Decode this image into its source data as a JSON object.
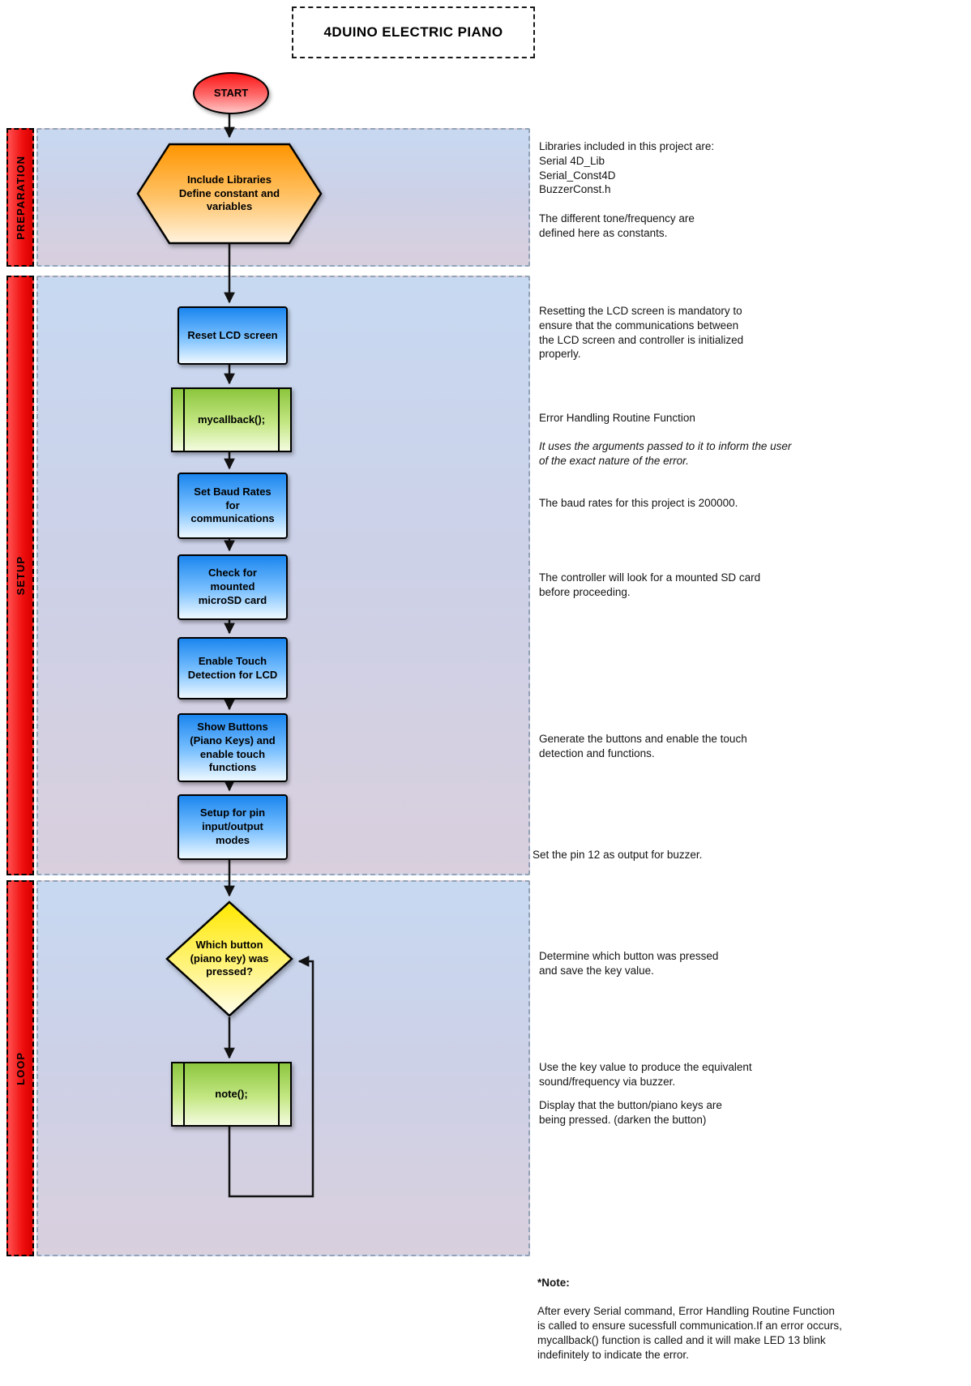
{
  "title": "4DUINO ELECTRIC PIANO",
  "sections": {
    "preparation": "PREPARATION",
    "setup": "SETUP",
    "loop": "LOOP"
  },
  "flow": {
    "start": "START",
    "include_libraries": "Include Libraries\nDefine constant and\nvariables",
    "reset_lcd": "Reset LCD screen",
    "mycallback": "mycallback();",
    "set_baud": "Set Baud Rates\nfor\ncommunications",
    "check_sd": "Check for\nmounted\nmicroSD card",
    "enable_touch": "Enable Touch\nDetection for LCD",
    "show_buttons": "Show Buttons\n(Piano Keys) and\nenable touch\nfunctions",
    "setup_pins": "Setup for pin\ninput/output\nmodes",
    "which_button": "Which button\n(piano key) was\npressed?",
    "note_call": "note();"
  },
  "annotations": {
    "libraries": "Libraries included in this project are:\nSerial 4D_Lib\nSerial_Const4D\nBuzzerConst.h\n\nThe different tone/frequency are\ndefined here as constants.",
    "reset_lcd": "Resetting the LCD screen is mandatory to\nensure that the communications between\nthe LCD screen and controller is initialized\nproperly.",
    "error_routine_title": "Error Handling Routine Function",
    "error_routine_detail": "It uses the arguments passed to it to inform the user\nof the exact nature of the error.",
    "baud": "The baud rates for this project is 200000.",
    "sd_card": "The controller will look for a mounted SD card\nbefore proceeding.",
    "buttons": "Generate the buttons and enable the touch\ndetection and functions.",
    "pins": "Set the pin 12 as output for buzzer.",
    "which_button": "Determine which button was pressed\nand save the key value.",
    "note_sound": "Use the key value to produce the equivalent\nsound/frequency via buzzer.",
    "note_display": "Display that the button/piano keys are\nbeing pressed. (darken the button)",
    "footnote_title": "*Note:",
    "footnote_body": "After every Serial command, Error Handling Routine Function\nis called to ensure sucessfull communication.If an error occurs,\nmycallback() function is called and it will make LED 13 blink\nindefinitely to indicate the error."
  },
  "colors": {
    "start_red": "#fb1616",
    "hexagon_orange": "#ff9500",
    "process_blue": "#1b86ef",
    "subroutine_green": "#8cc63e",
    "decision_yellow": "#ffe800",
    "section_red": "#ef0f0f",
    "panel_blue_top": "#c7d9f1",
    "panel_lavender_bottom": "#d9cfdd"
  }
}
